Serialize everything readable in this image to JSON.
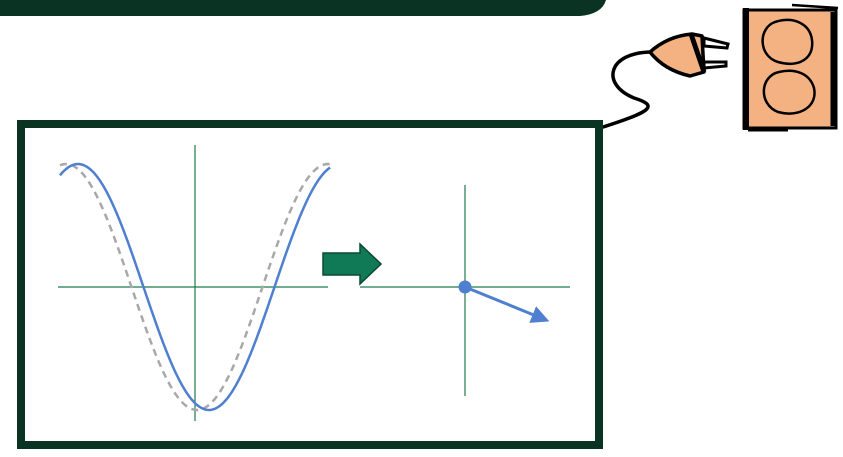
{
  "diagram": {
    "colors": {
      "frame": "#0b3324",
      "axes": "#1f7a4a",
      "wave_current": "#4f7fd0",
      "wave_previous": "#a8a8a8",
      "arrow_transition": "#0f7a55",
      "vector": "#4f7fd0",
      "outlet_fill": "#f4b283",
      "outlet_stroke": "#111111",
      "plug_fill": "#f4b283"
    },
    "icons": {
      "plug": "electrical-plug-icon",
      "outlet": "wall-outlet-icon",
      "arrow": "right-arrow-icon"
    },
    "waves": [
      {
        "role": "current",
        "style": "solid"
      },
      {
        "role": "previous",
        "style": "dashed"
      }
    ],
    "phasor": {
      "direction": "down-right"
    }
  }
}
